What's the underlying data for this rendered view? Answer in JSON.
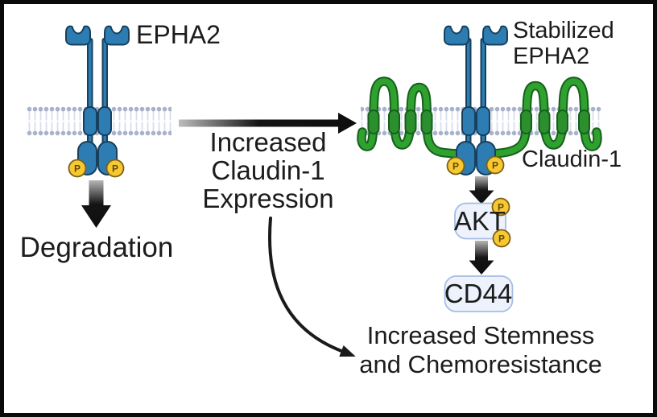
{
  "phosphate_label": "P",
  "left_pathway": {
    "receptor_label": "EPHA2",
    "outcome_label": "Degradation"
  },
  "transition": {
    "label_line1": "Increased",
    "label_line2": "Claudin-1",
    "label_line3": "Expression"
  },
  "right_pathway": {
    "receptor_label_line1": "Stabilized",
    "receptor_label_line2": "EPHA2",
    "claudin_label": "Claudin-1",
    "akt_label": "AKT",
    "cd44_label": "CD44",
    "outcome_line1": "Increased Stemness",
    "outcome_line2": "and Chemoresistance"
  },
  "colors": {
    "receptor_fill": "#2d7db3",
    "receptor_outline": "#16405e",
    "claudin_fill": "#2fa12f",
    "claudin_outline": "#15611c",
    "claudin_tm_fill": "#2c8f2e",
    "phosphate_fill": "#f7c832",
    "phosphate_outline": "#7c6013",
    "signal_node_fill": "#edf2fc",
    "signal_node_border": "#a6bce5",
    "membrane_head": "#a9b2ca",
    "membrane_tail": "#d8deec",
    "arrow_color": "#111111",
    "text_color": "#1c1c1c"
  }
}
